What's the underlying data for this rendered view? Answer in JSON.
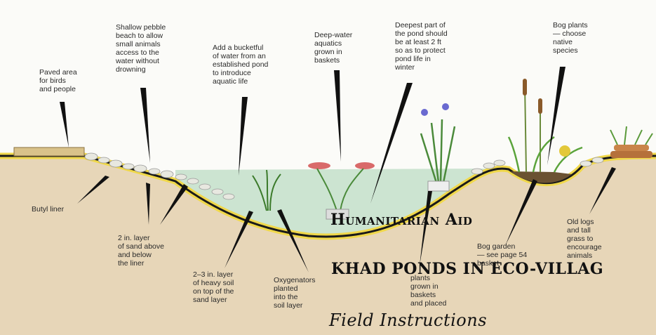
{
  "labels": {
    "paved": "Paved area\nfor birds\nand people",
    "beach": "Shallow pebble\nbeach to allow\nsmall animals\naccess to the\nwater without\ndrowning",
    "bucket": "Add a bucketful\nof water from an\nestablished pond\nto introduce\naquatic life",
    "deepwater": "Deep-water\naquatics\ngrown in\nbaskets",
    "deepest": "Deepest part of\nthe pond should\nbe at least 2 ft\nso as to protect\npond life in\nwinter",
    "bog_plants": "Bog plants\n— choose\nnative\nspecies",
    "butyl": "Butyl liner",
    "sand": "2 in. layer\nof sand above\nand below\nthe liner",
    "soil": "2–3 in. layer\nof heavy soil\non top of the\nsand layer",
    "oxygenators": "Oxygenators\nplanted\ninto the\nsoil layer",
    "marginal": "plants\ngrown in\nbaskets\nand placed",
    "bog_garden": "Bog garden\n— see page 54\nbasket",
    "logs": "Old logs\nand tall\ngrass to\nencourage\nanimals"
  },
  "overlay": {
    "line1": "Humanitarian Aid",
    "line2": "KHAD PONDS IN ECO-VILLAG",
    "line3": "Field Instructions"
  },
  "colors": {
    "water": "#c9e3cf",
    "liner": "#1a1a1a",
    "sand": "#f0d84a",
    "soil": "#e4d2b4",
    "pebble": "#e8e8e0"
  }
}
